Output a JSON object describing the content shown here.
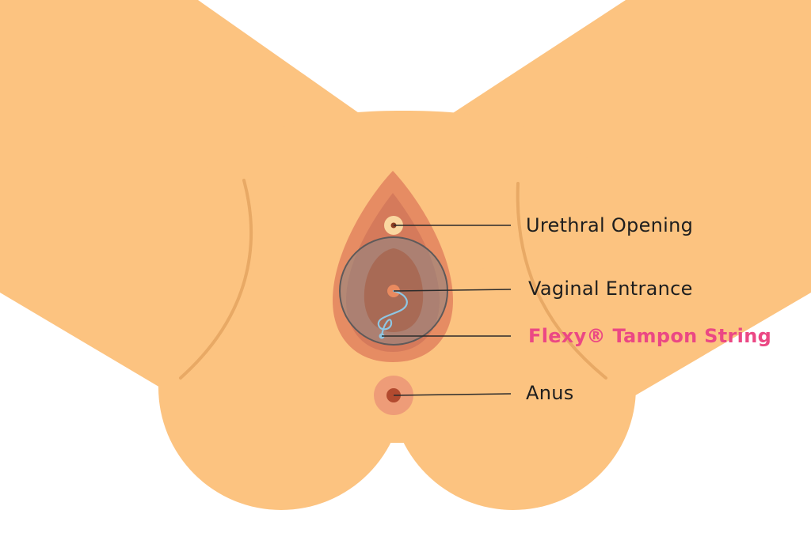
{
  "labels": {
    "urethral_opening": "Urethral Opening",
    "vaginal_entrance": "Vaginal Entrance",
    "tampon_string": "Flexy® Tampon String",
    "anus": "Anus"
  },
  "colors": {
    "background": "#ffffff",
    "skin": "#fcc380",
    "skin_crease": "#e8a965",
    "outer_labia": "#e68c63",
    "inner_labia": "#d57a5b",
    "vaginal_interior": "#a86a55",
    "urethra_ring": "#fad7a0",
    "urethra_dot": "#8a3d22",
    "vaginal_dot": "#e98a5f",
    "anus_outer": "#ee9c78",
    "anus_inner": "#b24a2f",
    "magnifier_fill": "#8a8585",
    "magnifier_stroke": "#5e5a5a",
    "string": "#8ec6e3",
    "leader_line": "#2b2b2b",
    "label_text": "#1e1e1e",
    "highlight_text": "#eb4884"
  }
}
